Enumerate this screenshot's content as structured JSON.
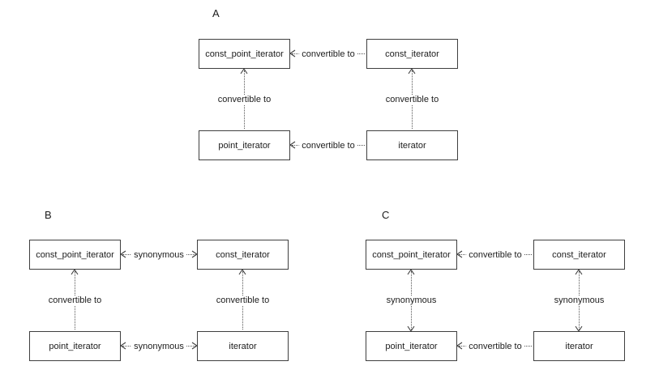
{
  "figure": {
    "background": "#ffffff",
    "line_color": "#3f3f3f",
    "description": "Three diagrams comparing relationships among iterator types"
  },
  "diagrams": [
    {
      "label": "A",
      "boxes": {
        "top_left": "const_point_iterator",
        "top_right": "const_iterator",
        "bottom_left": "point_iterator",
        "bottom_right": "iterator"
      },
      "edges": {
        "top": {
          "label": "convertible to",
          "direction": "left"
        },
        "bottom": {
          "label": "convertible to",
          "direction": "left"
        },
        "left": {
          "label": "convertible to",
          "direction": "up"
        },
        "right": {
          "label": "convertible to",
          "direction": "up"
        }
      }
    },
    {
      "label": "B",
      "boxes": {
        "top_left": "const_point_iterator",
        "top_right": "const_iterator",
        "bottom_left": "point_iterator",
        "bottom_right": "iterator"
      },
      "edges": {
        "top": {
          "label": "synonymous",
          "direction": "both"
        },
        "bottom": {
          "label": "synonymous",
          "direction": "both"
        },
        "left": {
          "label": "convertible to",
          "direction": "up"
        },
        "right": {
          "label": "convertible to",
          "direction": "up"
        }
      }
    },
    {
      "label": "C",
      "boxes": {
        "top_left": "const_point_iterator",
        "top_right": "const_iterator",
        "bottom_left": "point_iterator",
        "bottom_right": "iterator"
      },
      "edges": {
        "top": {
          "label": "convertible to",
          "direction": "left"
        },
        "bottom": {
          "label": "convertible to",
          "direction": "left"
        },
        "left": {
          "label": "synonymous",
          "direction": "both"
        },
        "right": {
          "label": "synonymous",
          "direction": "both"
        }
      }
    }
  ]
}
